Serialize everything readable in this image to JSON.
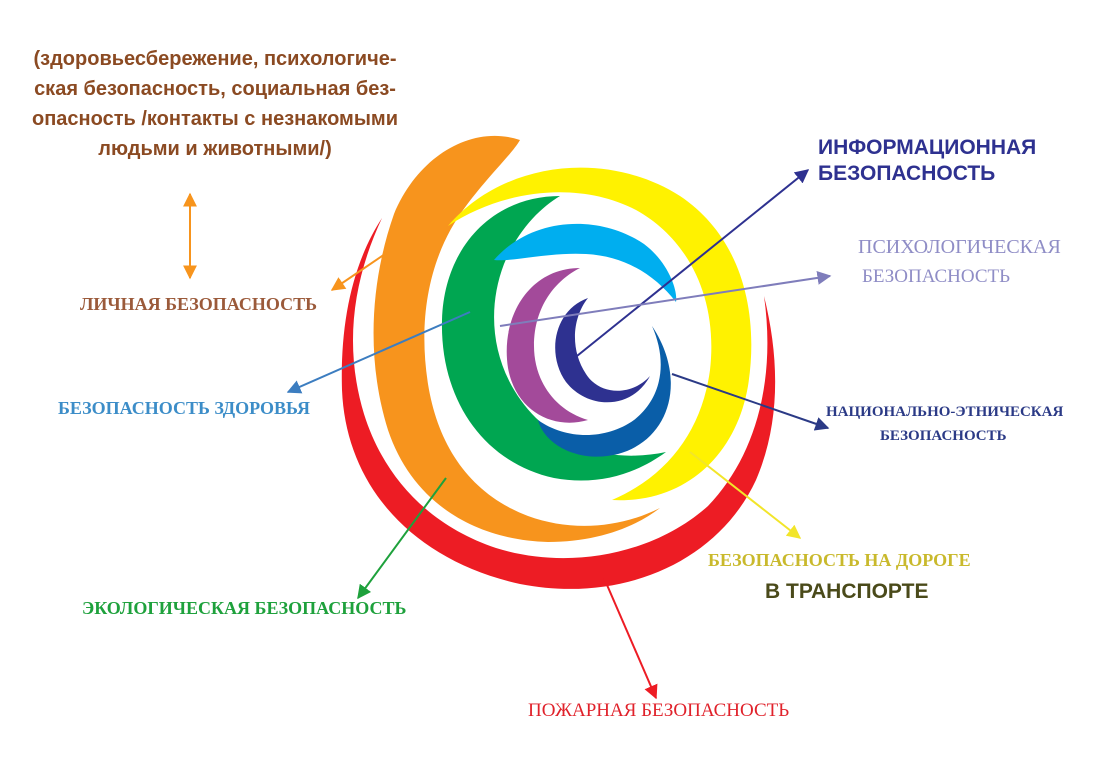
{
  "note": {
    "lines": [
      "(здоровьесбережение,  психологиче-",
      "ская безопасность,  социальная без-",
      "опасность /контакты с незнакомыми",
      "людьми и животными/)"
    ],
    "color": "#8b4a22"
  },
  "labels": {
    "info": {
      "line1": "ИНФОРМАЦИОННАЯ",
      "line2": "БЕЗОПАСНОСТЬ",
      "color": "#2e3190"
    },
    "psych": {
      "line1": "ПСИХОЛОГИЧЕСКАЯ",
      "line2": "БЕЗОПАСНОСТЬ",
      "color": "#8f8dc6"
    },
    "personal": {
      "text": "ЛИЧНАЯ БЕЗОПАСНОСТЬ",
      "color": "#9b5a3a"
    },
    "health": {
      "text": "БЕЗОПАСНОСТЬ ЗДОРОВЬЯ",
      "color": "#3c8dc8"
    },
    "nation": {
      "line1": "НАЦИОНАЛЬНО-ЭТНИЧЕСКАЯ",
      "line2": "БЕЗОПАСНОСТЬ",
      "color": "#2b3a86"
    },
    "road": {
      "line1": "БЕЗОПАСНОСТЬ НА ДОРОГЕ",
      "line2": "В ТРАНСПОРТЕ",
      "color1": "#c9b92c",
      "color2": "#4a4a1a"
    },
    "eco": {
      "text": "ЭКОЛОГИЧЕСКАЯ БЕЗОПАСНОСТЬ",
      "color": "#1ea13c"
    },
    "fire": {
      "text": "ПОЖАРНАЯ БЕЗОПАСНОСТЬ",
      "color": "#e0222b"
    }
  },
  "spiral_colors": {
    "red": "#ed1c24",
    "orange": "#f7941d",
    "yellow": "#fff200",
    "green": "#00a651",
    "cyan": "#00aeef",
    "purple": "#a34a9a",
    "blue": "#0a5ea8",
    "navy": "#2e3190"
  }
}
